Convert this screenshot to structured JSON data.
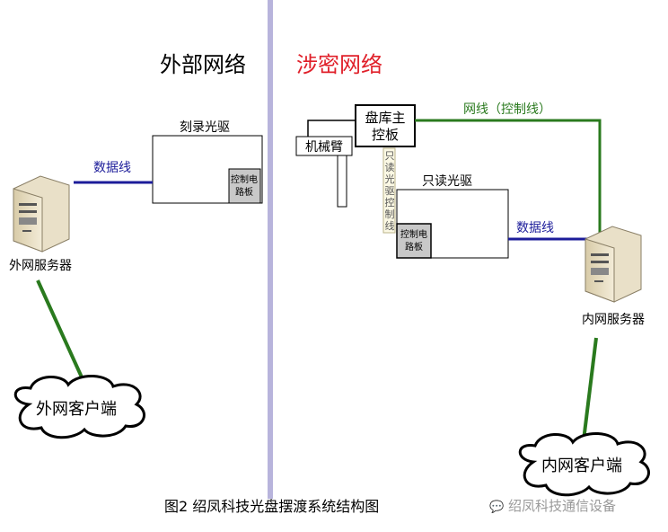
{
  "titles": {
    "external": "外部网络",
    "secret": "涉密网络"
  },
  "left": {
    "burner_label": "刻录光驱",
    "control_board": [
      "控制电",
      "路板"
    ],
    "data_cable": "数据线",
    "server": "外网服务器",
    "client": "外网客户端"
  },
  "right": {
    "main_board": [
      "盘库主",
      "控板"
    ],
    "robot_arm": "机械臂",
    "control_cable": [
      "只",
      "读",
      "光",
      "驱",
      "控",
      "制",
      "线"
    ],
    "reader_label": "只读光驱",
    "control_board": [
      "控制电",
      "路板"
    ],
    "network_cable": "网线（控制线）",
    "data_cable": "数据线",
    "server": "内网服务器",
    "client": "内网客户端"
  },
  "caption": "图2  绍凤科技光盘摆渡系统结构图",
  "watermark": "绍凤科技通信设备",
  "colors": {
    "divider": "#b8b4dc",
    "secret_title": "#e0202a",
    "green": "#2a7a1e",
    "blue": "#1c1c9a",
    "gray": "#c8c8c8"
  }
}
